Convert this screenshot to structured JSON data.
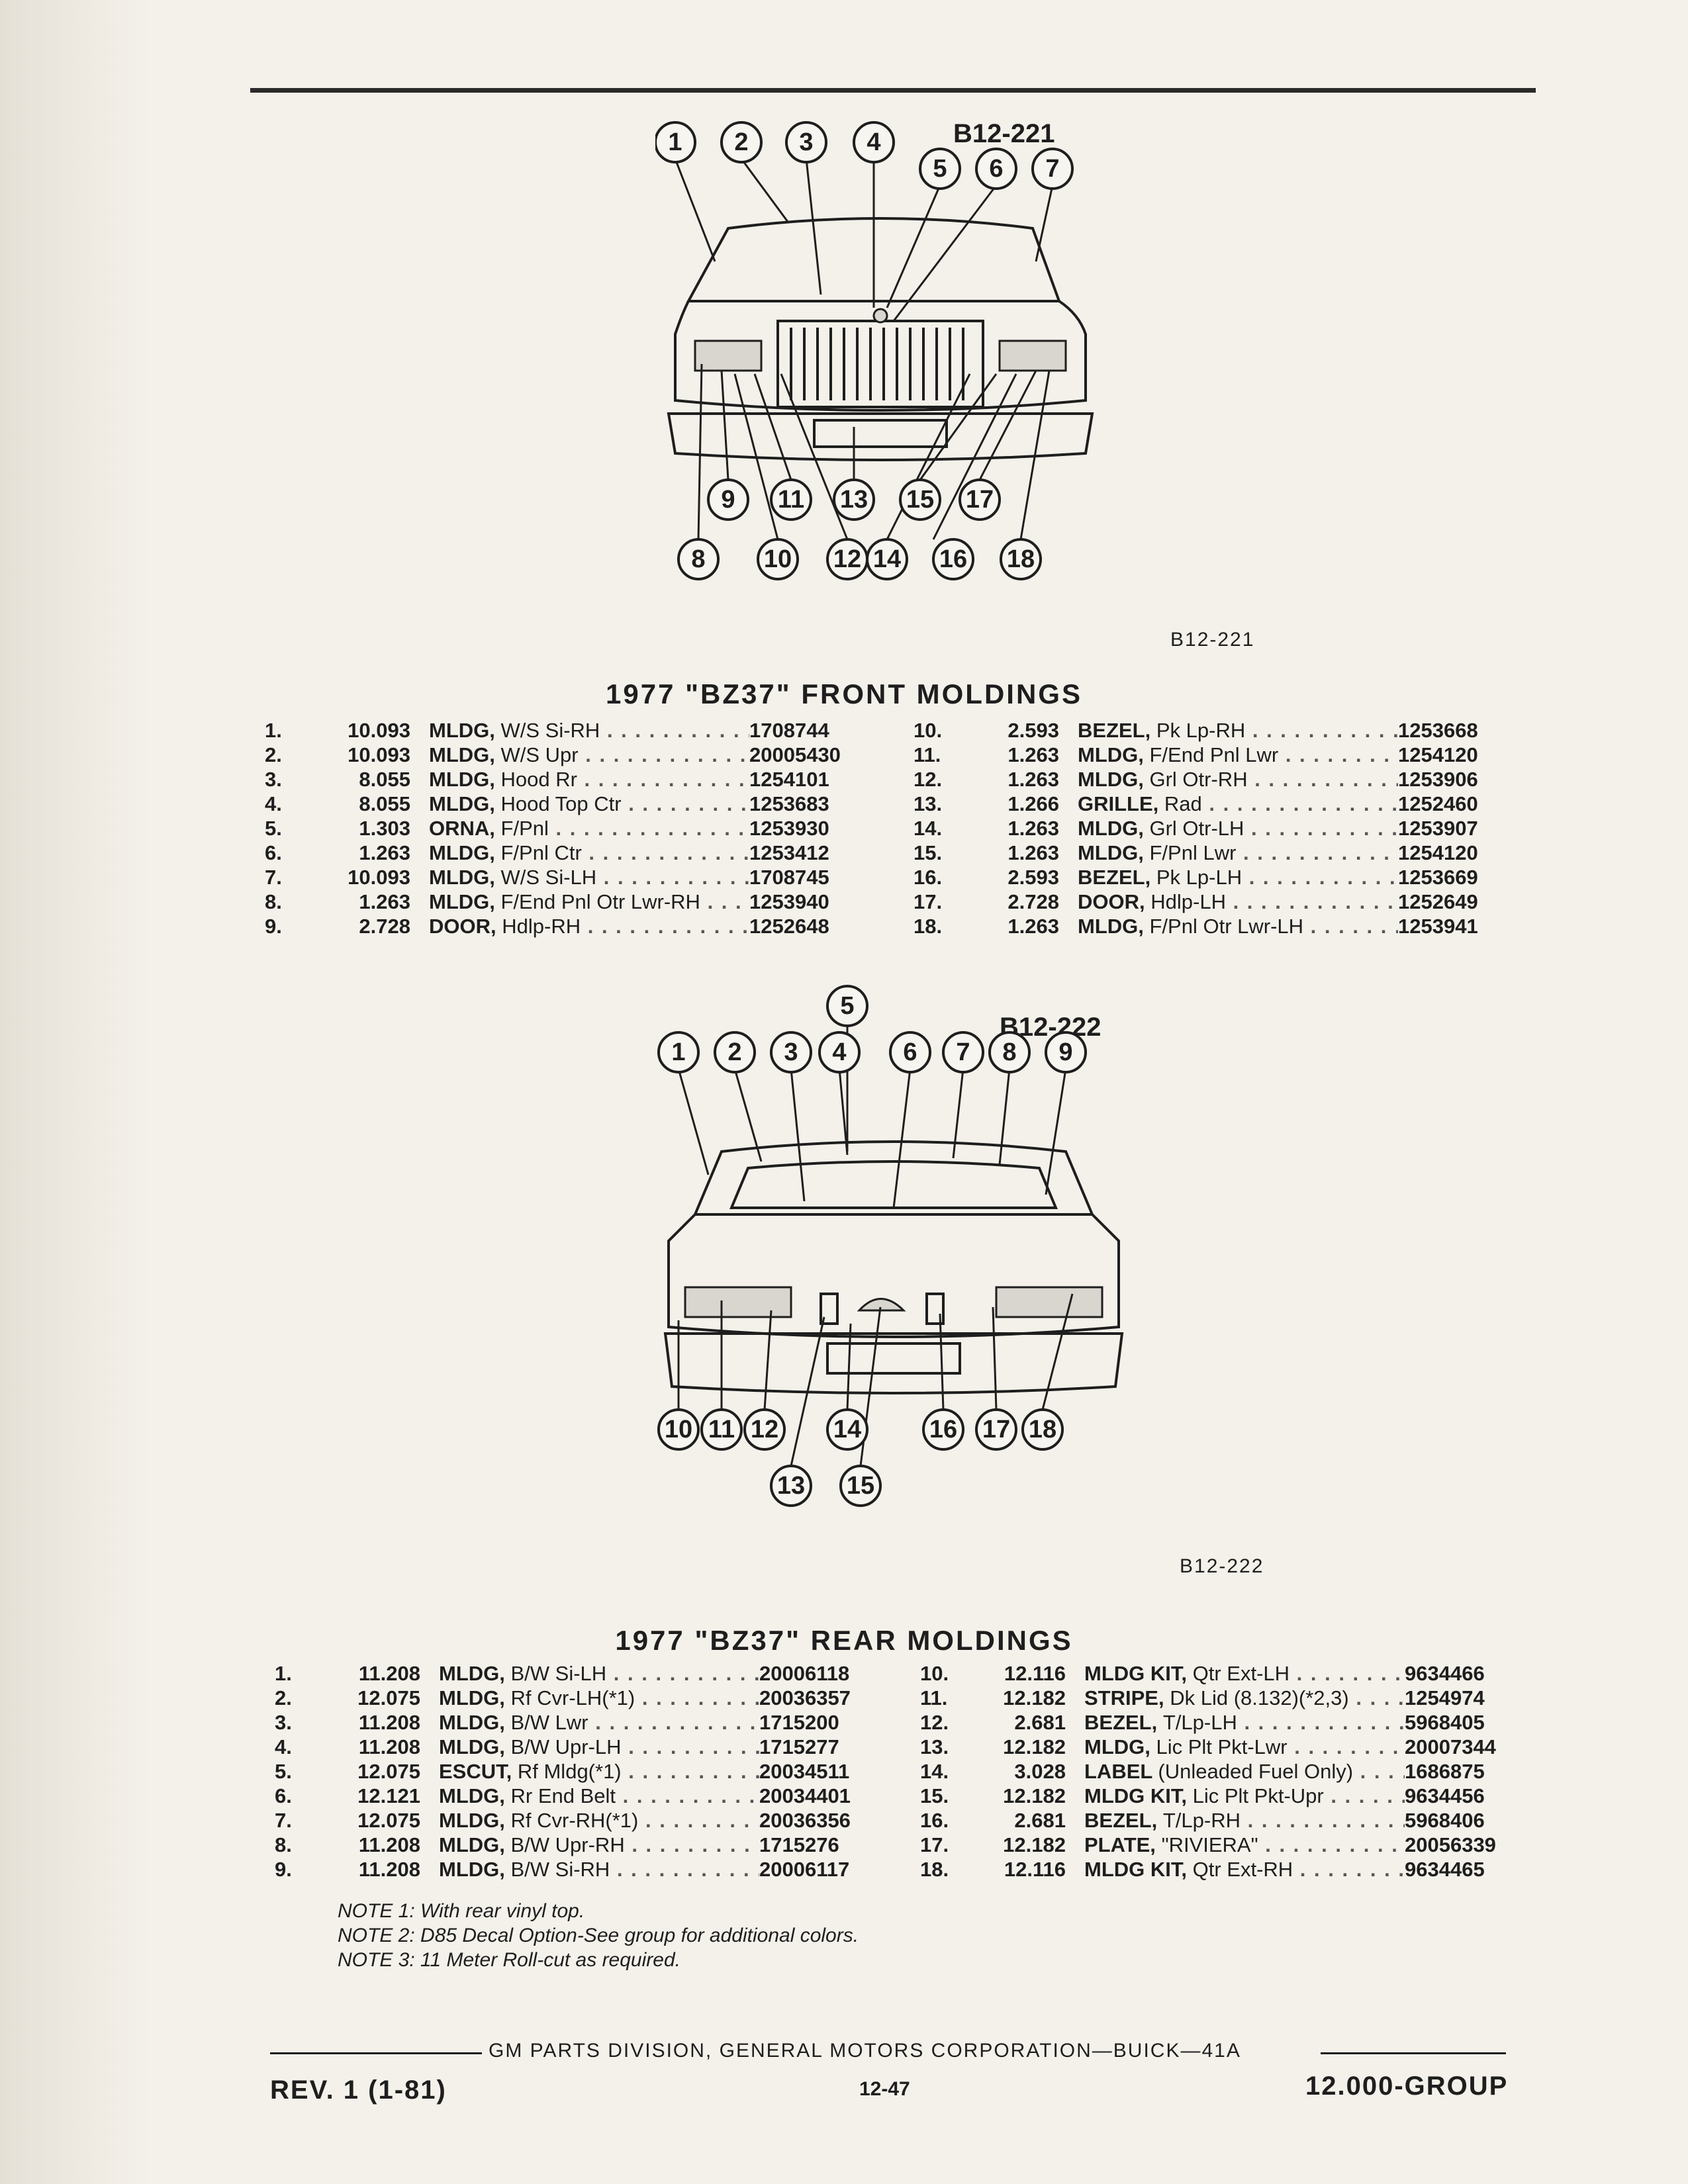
{
  "front": {
    "diagram_code": "B12-221",
    "figure_label": "B12-221",
    "title": "1977 \"BZ37\" FRONT MOLDINGS",
    "callouts": [
      "1",
      "2",
      "3",
      "4",
      "5",
      "6",
      "7",
      "8",
      "9",
      "10",
      "11",
      "12",
      "13",
      "14",
      "15",
      "16",
      "17",
      "18"
    ],
    "parts_left": [
      {
        "num": "1.",
        "grp": "10.093",
        "kw": "MLDG,",
        "desc": "W/S Si-RH",
        "pn": "1708744"
      },
      {
        "num": "2.",
        "grp": "10.093",
        "kw": "MLDG,",
        "desc": "W/S Upr",
        "pn": "20005430"
      },
      {
        "num": "3.",
        "grp": "8.055",
        "kw": "MLDG,",
        "desc": "Hood Rr",
        "pn": "1254101"
      },
      {
        "num": "4.",
        "grp": "8.055",
        "kw": "MLDG,",
        "desc": "Hood Top Ctr",
        "pn": "1253683"
      },
      {
        "num": "5.",
        "grp": "1.303",
        "kw": "ORNA,",
        "desc": "F/Pnl",
        "pn": "1253930"
      },
      {
        "num": "6.",
        "grp": "1.263",
        "kw": "MLDG,",
        "desc": "F/Pnl Ctr",
        "pn": "1253412"
      },
      {
        "num": "7.",
        "grp": "10.093",
        "kw": "MLDG,",
        "desc": "W/S Si-LH",
        "pn": "1708745"
      },
      {
        "num": "8.",
        "grp": "1.263",
        "kw": "MLDG,",
        "desc": "F/End Pnl Otr Lwr-RH",
        "pn": "1253940"
      },
      {
        "num": "9.",
        "grp": "2.728",
        "kw": "DOOR,",
        "desc": "Hdlp-RH",
        "pn": "1252648"
      }
    ],
    "parts_right": [
      {
        "num": "10.",
        "grp": "2.593",
        "kw": "BEZEL,",
        "desc": "Pk Lp-RH",
        "pn": "1253668"
      },
      {
        "num": "11.",
        "grp": "1.263",
        "kw": "MLDG,",
        "desc": "F/End Pnl Lwr",
        "pn": "1254120"
      },
      {
        "num": "12.",
        "grp": "1.263",
        "kw": "MLDG,",
        "desc": "Grl Otr-RH",
        "pn": "1253906"
      },
      {
        "num": "13.",
        "grp": "1.266",
        "kw": "GRILLE,",
        "desc": "Rad",
        "pn": "1252460"
      },
      {
        "num": "14.",
        "grp": "1.263",
        "kw": "MLDG,",
        "desc": "Grl Otr-LH",
        "pn": "1253907"
      },
      {
        "num": "15.",
        "grp": "1.263",
        "kw": "MLDG,",
        "desc": "F/Pnl Lwr",
        "pn": "1254120"
      },
      {
        "num": "16.",
        "grp": "2.593",
        "kw": "BEZEL,",
        "desc": "Pk Lp-LH",
        "pn": "1253669"
      },
      {
        "num": "17.",
        "grp": "2.728",
        "kw": "DOOR,",
        "desc": "Hdlp-LH",
        "pn": "1252649"
      },
      {
        "num": "18.",
        "grp": "1.263",
        "kw": "MLDG,",
        "desc": "F/Pnl Otr Lwr-LH",
        "pn": "1253941"
      }
    ]
  },
  "rear": {
    "diagram_code": "B12-222",
    "figure_label": "B12-222",
    "title": "1977 \"BZ37\" REAR MOLDINGS",
    "callouts": [
      "1",
      "2",
      "3",
      "4",
      "5",
      "6",
      "7",
      "8",
      "9",
      "10",
      "11",
      "12",
      "13",
      "14",
      "15",
      "16",
      "17",
      "18"
    ],
    "parts_left": [
      {
        "num": "1.",
        "grp": "11.208",
        "kw": "MLDG,",
        "desc": "B/W Si-LH",
        "pn": "20006118"
      },
      {
        "num": "2.",
        "grp": "12.075",
        "kw": "MLDG,",
        "desc": "Rf Cvr-LH(*1)",
        "pn": "20036357"
      },
      {
        "num": "3.",
        "grp": "11.208",
        "kw": "MLDG,",
        "desc": "B/W Lwr",
        "pn": "1715200"
      },
      {
        "num": "4.",
        "grp": "11.208",
        "kw": "MLDG,",
        "desc": "B/W Upr-LH",
        "pn": "1715277"
      },
      {
        "num": "5.",
        "grp": "12.075",
        "kw": "ESCUT,",
        "desc": "Rf Mldg(*1)",
        "pn": "20034511"
      },
      {
        "num": "6.",
        "grp": "12.121",
        "kw": "MLDG,",
        "desc": "Rr End Belt",
        "pn": "20034401"
      },
      {
        "num": "7.",
        "grp": "12.075",
        "kw": "MLDG,",
        "desc": "Rf Cvr-RH(*1)",
        "pn": "20036356"
      },
      {
        "num": "8.",
        "grp": "11.208",
        "kw": "MLDG,",
        "desc": "B/W Upr-RH",
        "pn": "1715276"
      },
      {
        "num": "9.",
        "grp": "11.208",
        "kw": "MLDG,",
        "desc": "B/W Si-RH",
        "pn": "20006117"
      }
    ],
    "parts_right": [
      {
        "num": "10.",
        "grp": "12.116",
        "kw": "MLDG KIT,",
        "desc": "Qtr Ext-LH",
        "pn": "9634466"
      },
      {
        "num": "11.",
        "grp": "12.182",
        "kw": "STRIPE,",
        "desc": "Dk Lid (8.132)(*2,3)",
        "pn": "1254974"
      },
      {
        "num": "12.",
        "grp": "2.681",
        "kw": "BEZEL,",
        "desc": "T/Lp-LH",
        "pn": "5968405"
      },
      {
        "num": "13.",
        "grp": "12.182",
        "kw": "MLDG,",
        "desc": "Lic Plt Pkt-Lwr",
        "pn": "20007344"
      },
      {
        "num": "14.",
        "grp": "3.028",
        "kw": "LABEL",
        "desc": "(Unleaded Fuel Only)",
        "pn": "1686875"
      },
      {
        "num": "15.",
        "grp": "12.182",
        "kw": "MLDG KIT,",
        "desc": "Lic Plt Pkt-Upr",
        "pn": "9634456"
      },
      {
        "num": "16.",
        "grp": "2.681",
        "kw": "BEZEL,",
        "desc": "T/Lp-RH",
        "pn": "5968406"
      },
      {
        "num": "17.",
        "grp": "12.182",
        "kw": "PLATE,",
        "desc": "\"RIVIERA\"",
        "pn": "20056339"
      },
      {
        "num": "18.",
        "grp": "12.116",
        "kw": "MLDG KIT,",
        "desc": "Qtr Ext-RH",
        "pn": "9634465"
      }
    ],
    "notes": [
      "NOTE 1: With rear vinyl top.",
      "NOTE 2: D85 Decal Option-See group for additional colors.",
      "NOTE 3: 11 Meter Roll-cut as required."
    ]
  },
  "footer": {
    "line": "GM PARTS DIVISION, GENERAL MOTORS CORPORATION—BUICK—41A",
    "revision": "REV. 1 (1-81)",
    "page": "12-47",
    "group": "12.000-GROUP"
  }
}
